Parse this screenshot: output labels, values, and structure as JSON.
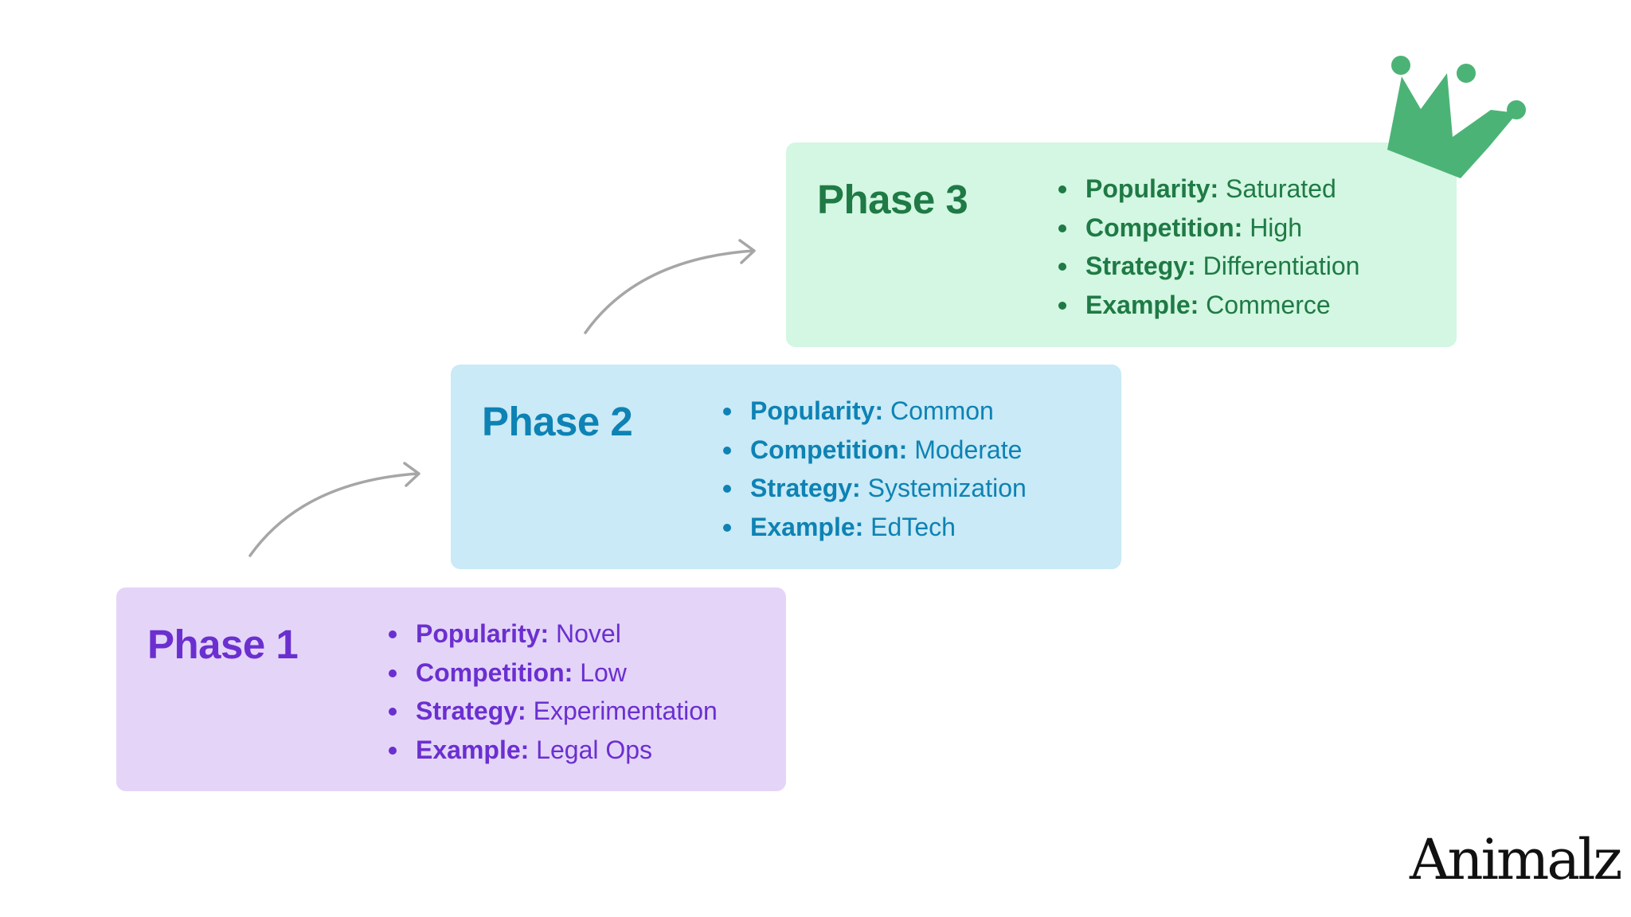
{
  "phases": [
    {
      "title": "Phase 1",
      "color": "#6b2fd0",
      "background": "#e4d5f8",
      "items": [
        {
          "key": "Popularity:",
          "value": "Novel"
        },
        {
          "key": "Competition:",
          "value": "Low"
        },
        {
          "key": "Strategy:",
          "value": "Experimentation"
        },
        {
          "key": "Example:",
          "value": "Legal Ops"
        }
      ]
    },
    {
      "title": "Phase 2",
      "color": "#0e82b4",
      "background": "#c9eaf6",
      "items": [
        {
          "key": "Popularity:",
          "value": "Common"
        },
        {
          "key": "Competition:",
          "value": "Moderate"
        },
        {
          "key": "Strategy:",
          "value": "Systemization"
        },
        {
          "key": "Example:",
          "value": "EdTech"
        }
      ]
    },
    {
      "title": "Phase 3",
      "color": "#1f7a45",
      "background": "#d3f7e2",
      "items": [
        {
          "key": "Popularity:",
          "value": "Saturated"
        },
        {
          "key": "Competition:",
          "value": "High"
        },
        {
          "key": "Strategy:",
          "value": "Differentiation"
        },
        {
          "key": "Example:",
          "value": "Commerce"
        }
      ]
    }
  ],
  "icons": {
    "arrow": "curved-arrow-icon",
    "crown": "crown-icon",
    "crown_color": "#4cb377",
    "arrow_color": "#a6a6a6"
  },
  "brand": {
    "logo_text": "Animalz"
  }
}
